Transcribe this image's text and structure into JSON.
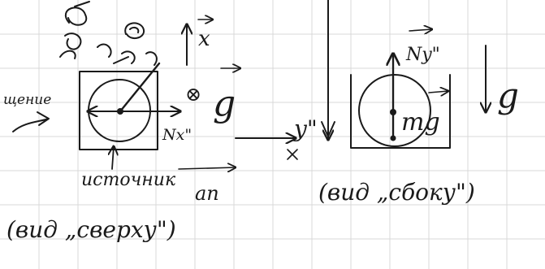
{
  "colors": {
    "ink": "#1a1a1a",
    "paper": "#ffffff",
    "grid": "#d9d9d9"
  },
  "left_view": {
    "label_vector_x": "x",
    "label_gravity": "g",
    "label_nx": "Nx\"",
    "label_friction": "щение",
    "label_source": "источник",
    "label_an": "an",
    "caption": "(вид „сверху\")",
    "into_page_symbol": "⊗"
  },
  "middle": {
    "label_y": "y\""
  },
  "right_view": {
    "label_ny": "Ny\"",
    "label_mg": "mg",
    "label_gravity": "g",
    "caption": "(вид „сбоку\")"
  }
}
